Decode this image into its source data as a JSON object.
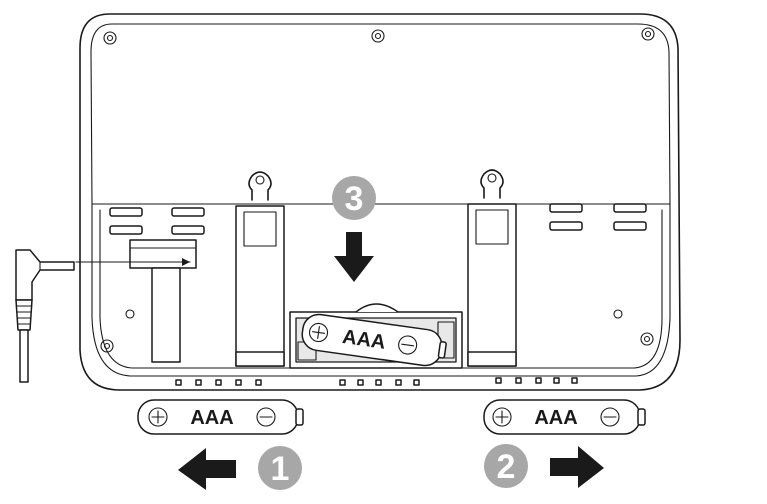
{
  "steps": {
    "remove_left": "1",
    "remove_right": "2",
    "insert": "3"
  },
  "batteries": {
    "left": {
      "type": "AAA",
      "plus": "+",
      "minus": "−"
    },
    "right": {
      "type": "AAA",
      "plus": "+",
      "minus": "−"
    },
    "installed": {
      "type": "AAA",
      "plus": "+",
      "minus": "−"
    }
  },
  "colors": {
    "line": "#1a1a1a",
    "step_circle": "#a7a7a7",
    "background": "#ffffff"
  },
  "icons": {
    "power_plug": "dc-power-plug-icon",
    "arrow_left": "arrow-left-icon",
    "arrow_right": "arrow-right-icon",
    "arrow_down": "arrow-down-icon"
  }
}
